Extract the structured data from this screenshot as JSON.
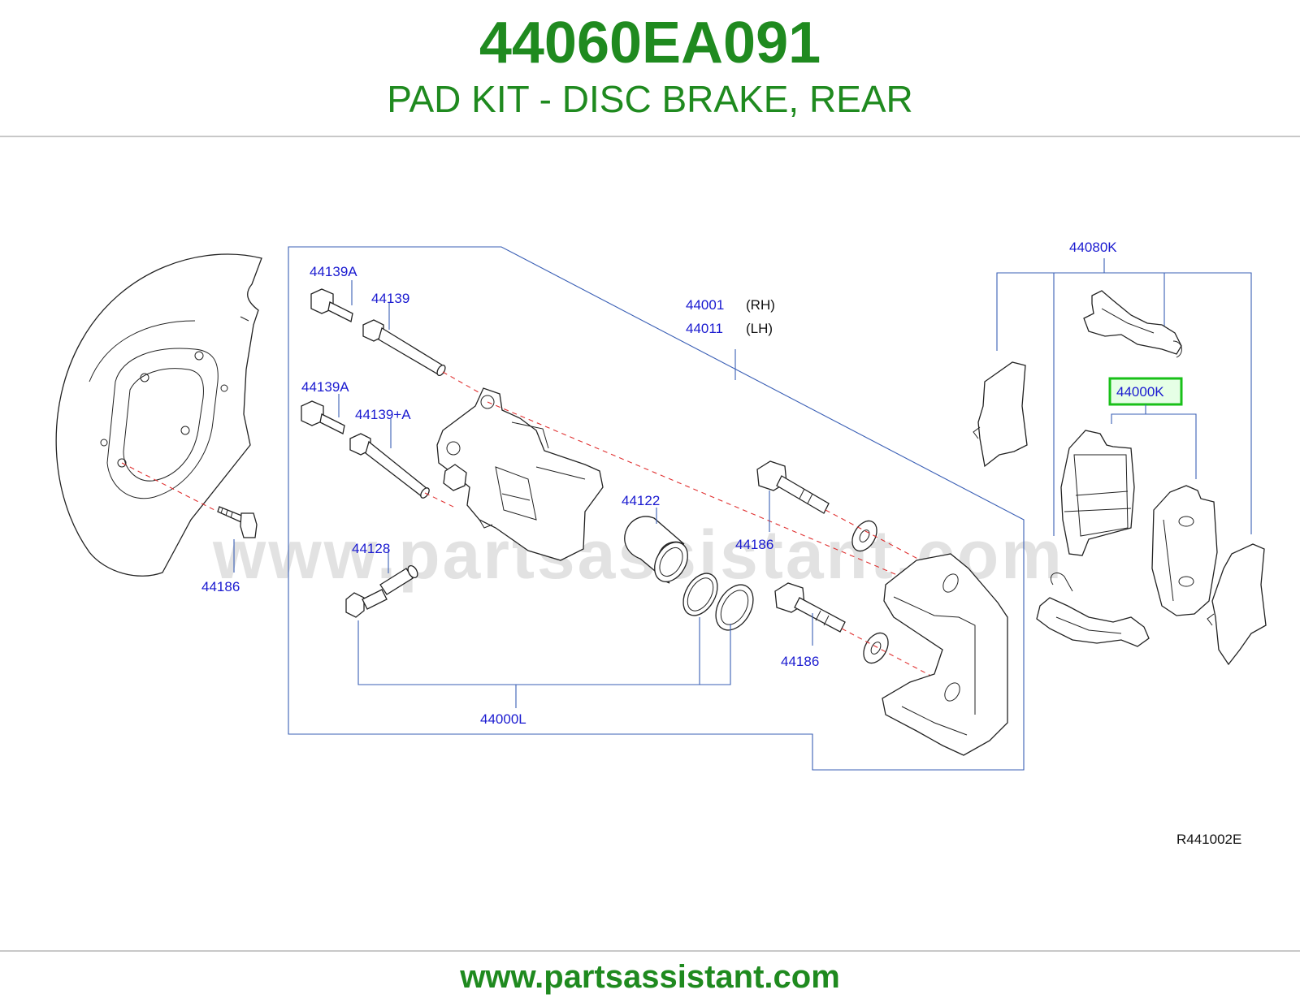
{
  "header": {
    "part_number": "44060EA091",
    "part_description": "PAD KIT - DISC BRAKE, REAR"
  },
  "diagram": {
    "code": "R441002E",
    "watermark": "www.partsassistant.com",
    "highlight_color": "#19c019",
    "callouts": {
      "c44139A_top": "44139A",
      "c44139": "44139",
      "c44139A_mid": "44139A",
      "c44139pA": "44139+A",
      "c44001": "44001",
      "c44001_side": "(RH)",
      "c44011": "44011",
      "c44011_side": "(LH)",
      "c44122": "44122",
      "c44128": "44128",
      "c44186_left": "44186",
      "c44186_upper": "44186",
      "c44186_lower": "44186",
      "c44000L": "44000L",
      "c44080K": "44080K",
      "c44000K": "44000K"
    }
  },
  "footer": {
    "url": "www.partsassistant.com"
  }
}
